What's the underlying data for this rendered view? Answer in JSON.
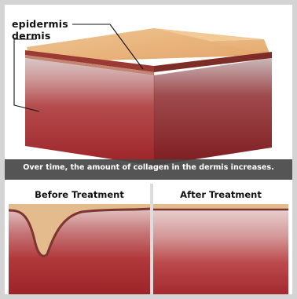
{
  "labels": {
    "epidermis": "epidermis",
    "dermis": "dermis"
  },
  "caption": "Over time, the amount of collagen in the dermis increases.",
  "panels": {
    "before_title": "Before Treatment",
    "after_title": "After Treatment"
  },
  "colors": {
    "epidermis": "#e7b07a",
    "dermis_top": "#d9c7c7",
    "dermis_mid": "#b84a4a",
    "dermis_deep": "#8c1f22",
    "caption_bar": "#464646"
  }
}
